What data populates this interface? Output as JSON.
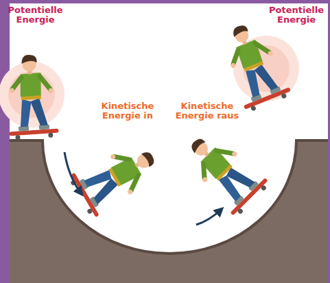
{
  "diagram": {
    "labels": [
      "Potentielle Energie",
      "Potentielle Energie",
      "Kinetische Energie in",
      "Kinetische Energie raus"
    ]
  }
}
